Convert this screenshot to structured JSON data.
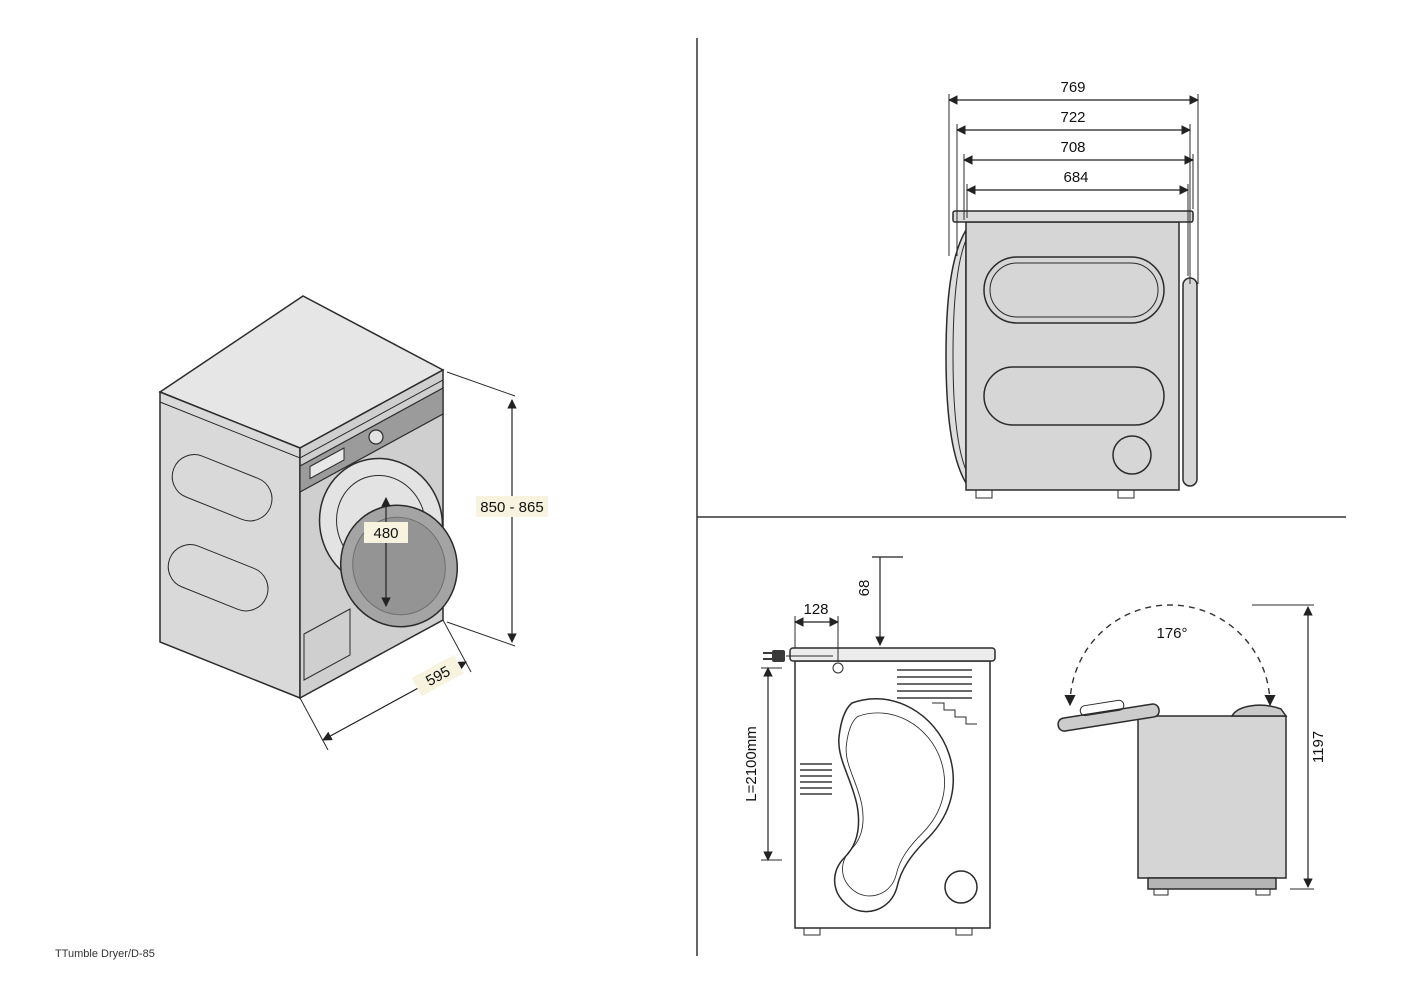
{
  "footer": {
    "model_label": "TTumble Dryer/D-85"
  },
  "iso": {
    "height": "850 - 865",
    "door_diameter": "480",
    "width": "595"
  },
  "rear": {
    "d1": "769",
    "d2": "722",
    "d3": "708",
    "d4": "684"
  },
  "side": {
    "cord_offset": "128",
    "duct_offset": "68",
    "cord_length": "L=2100mm"
  },
  "lid": {
    "opening_angle": "176°",
    "open_height": "1197"
  },
  "colors": {
    "line": "#2b2b2b",
    "body_fill": "#d6d6d6",
    "top_fill": "#e6e6e6",
    "door_fill": "#a2a2a2",
    "label_highlight": "#f8f3df"
  }
}
